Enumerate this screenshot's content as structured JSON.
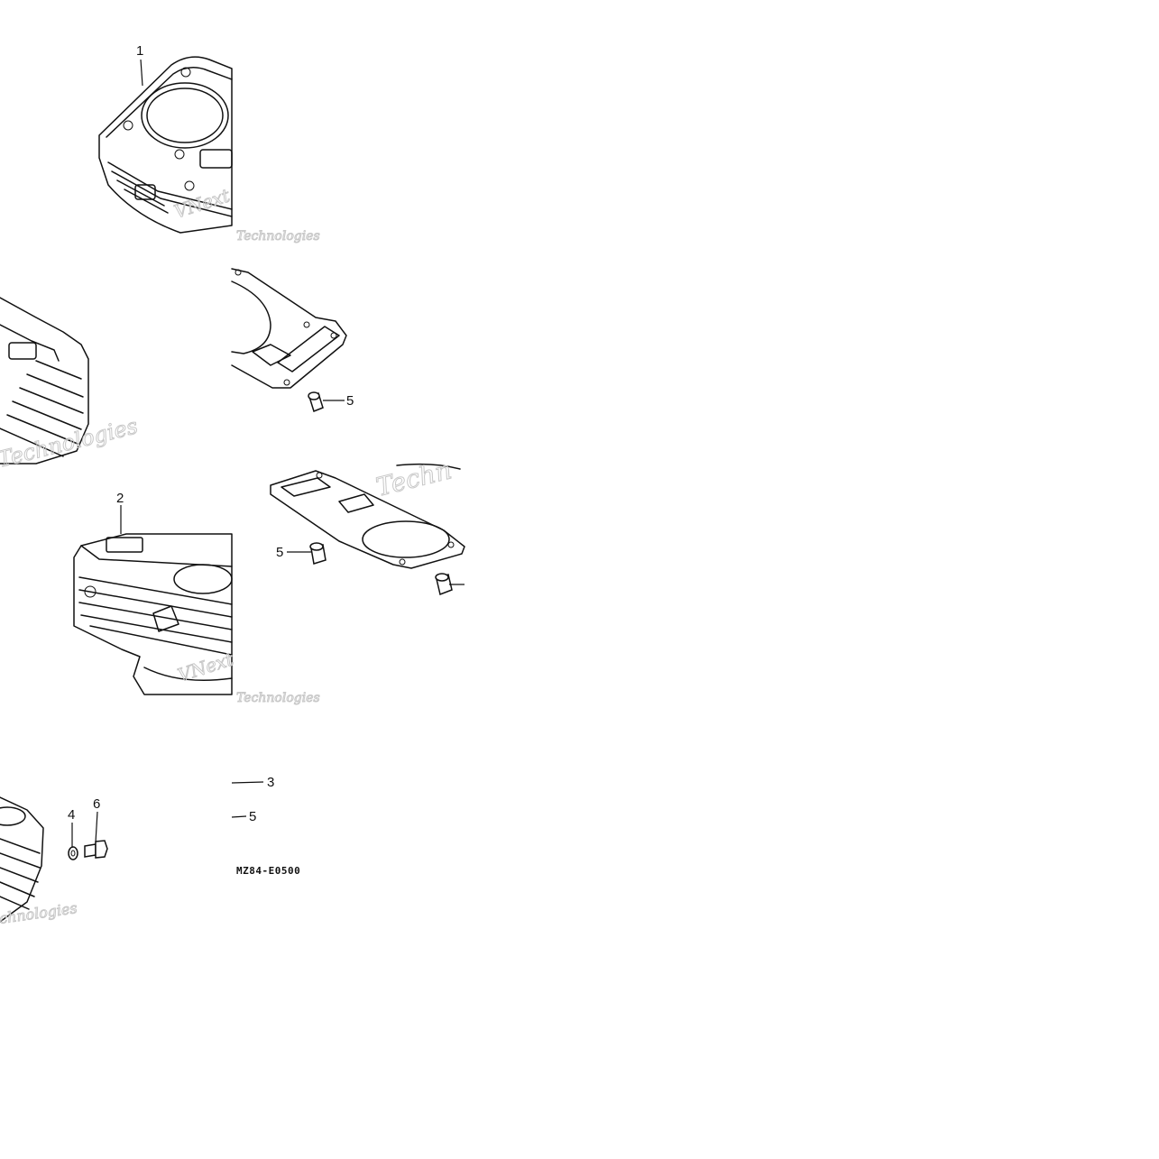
{
  "diagram_code": "MZ84-E0500",
  "callouts": {
    "part_1": "1",
    "part_2": "2",
    "part_3": "3",
    "part_4": "4",
    "part_5a": "5",
    "part_5b": "5",
    "part_5c": "5",
    "part_6": "6"
  },
  "watermarks": {
    "wm_a": "Technologies",
    "wm_b": "Techn",
    "wm_c": "Technologies",
    "wm_d": "Technologies",
    "wm_e": "VNext",
    "wm_f": "VNext",
    "wm_g": "chnologies"
  },
  "colors": {
    "ink": "#111111",
    "watermark": "#c8c8c8",
    "background": "#ffffff"
  }
}
